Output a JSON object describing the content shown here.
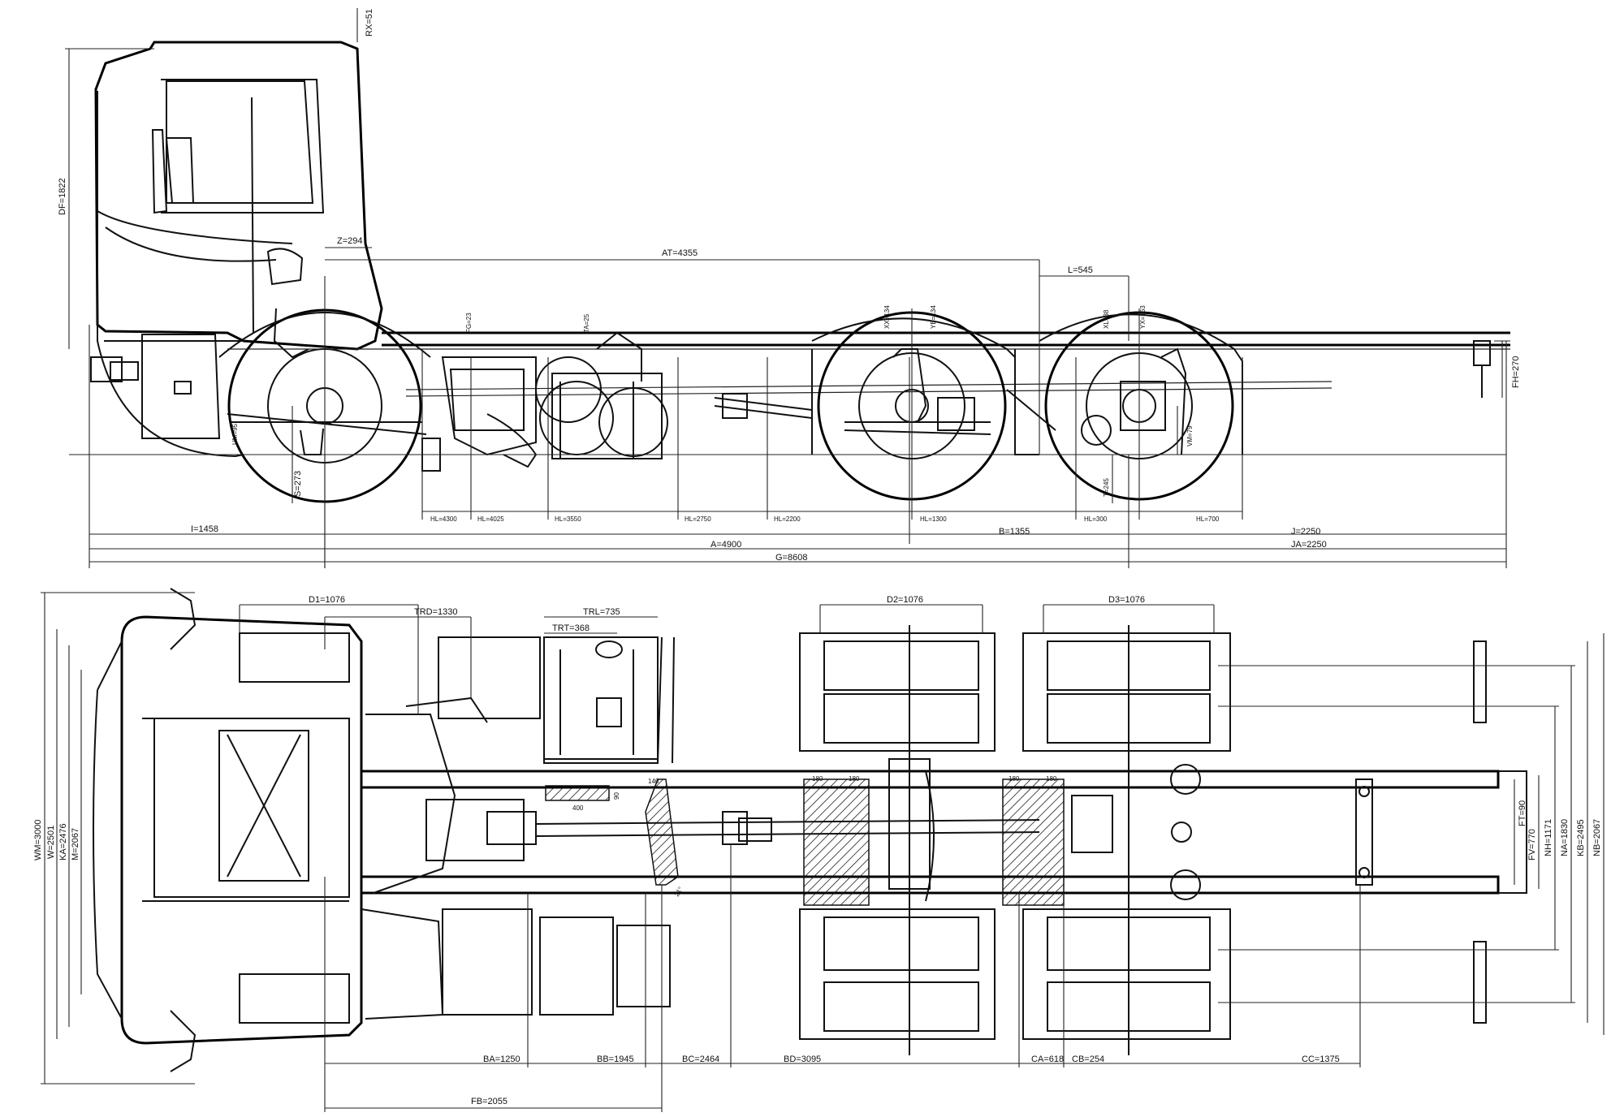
{
  "side_view": {
    "dimensions": {
      "rx": "RX=51",
      "df": "DF=1822",
      "z": "Z=294",
      "at": "AT=4355",
      "l": "L=545",
      "fg": "FG=23",
      "ta": "TA=25",
      "xx": "XX=134",
      "yb": "YB=134",
      "xl": "XL=38",
      "yx": "YX=163",
      "fh": "FH=270",
      "um": "UM=95",
      "s": "S=273",
      "vm": "VM=79",
      "t": "T=245",
      "hl_4300": "HL=4300",
      "hl_4025": "HL=4025",
      "hl_3550": "HL=3550",
      "hl_2750": "HL=2750",
      "hl_2200": "HL=2200",
      "hl_1300": "HL=1300",
      "hl_300": "HL=300",
      "hl_700": "HL=700",
      "i": "I=1458",
      "b": "B=1355",
      "j": "J=2250",
      "ja": "JA=2250",
      "a": "A=4900",
      "g": "G=8608"
    }
  },
  "top_view": {
    "dimensions": {
      "d1": "D1=1076",
      "trd": "TRD=1330",
      "trl": "TRL=735",
      "trt": "TRT=368",
      "d2": "D2=1076",
      "d3": "D3=1076",
      "w_140": "140",
      "w_400": "400",
      "w_90": "90",
      "w_180a": "180",
      "w_180b": "180",
      "w_180c": "180",
      "w_180d": "180",
      "wm": "WM=3000",
      "w": "W=2501",
      "ka": "KA=2476",
      "m": "M=2067",
      "ft": "FT=90",
      "fv": "FV=770",
      "nh": "NH=1171",
      "na": "NA=1830",
      "kb": "KB=2495",
      "nb": "NB=2067",
      "ba": "BA=1250",
      "bb": "BB=1945",
      "bc": "BC=2464",
      "bd": "BD=3095",
      "ca": "CA=618",
      "cb": "CB=254",
      "cc": "CC=1375",
      "fb": "FB=2055",
      "angle": "21°"
    }
  }
}
